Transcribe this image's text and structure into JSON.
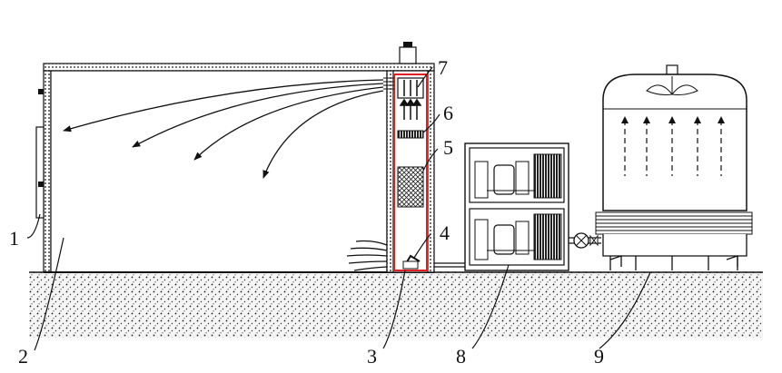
{
  "labels": {
    "l1": "1",
    "l2": "2",
    "l3": "3",
    "l4": "4",
    "l5": "5",
    "l6": "6",
    "l7": "7",
    "l8": "8",
    "l9": "9"
  },
  "colors": {
    "line": "#111111",
    "highlight": "#e02020",
    "ground": "#f2f2f2"
  }
}
